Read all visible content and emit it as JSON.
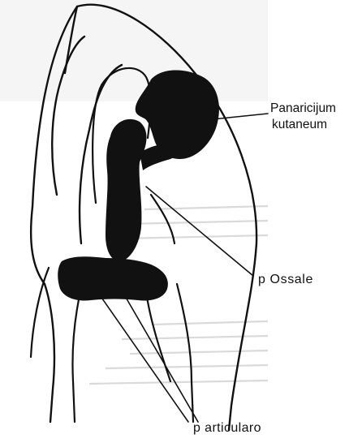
{
  "labels": {
    "kutaneum_line1": "Panaricijum",
    "kutaneum_line2": "kutaneum",
    "ossale": "p  Ossale",
    "articularo": "p  articularo"
  },
  "colors": {
    "ink": "#111111",
    "paper": "#ffffff",
    "ghost_text": "#bcbcbc",
    "halftone": "#d9d9d9"
  }
}
